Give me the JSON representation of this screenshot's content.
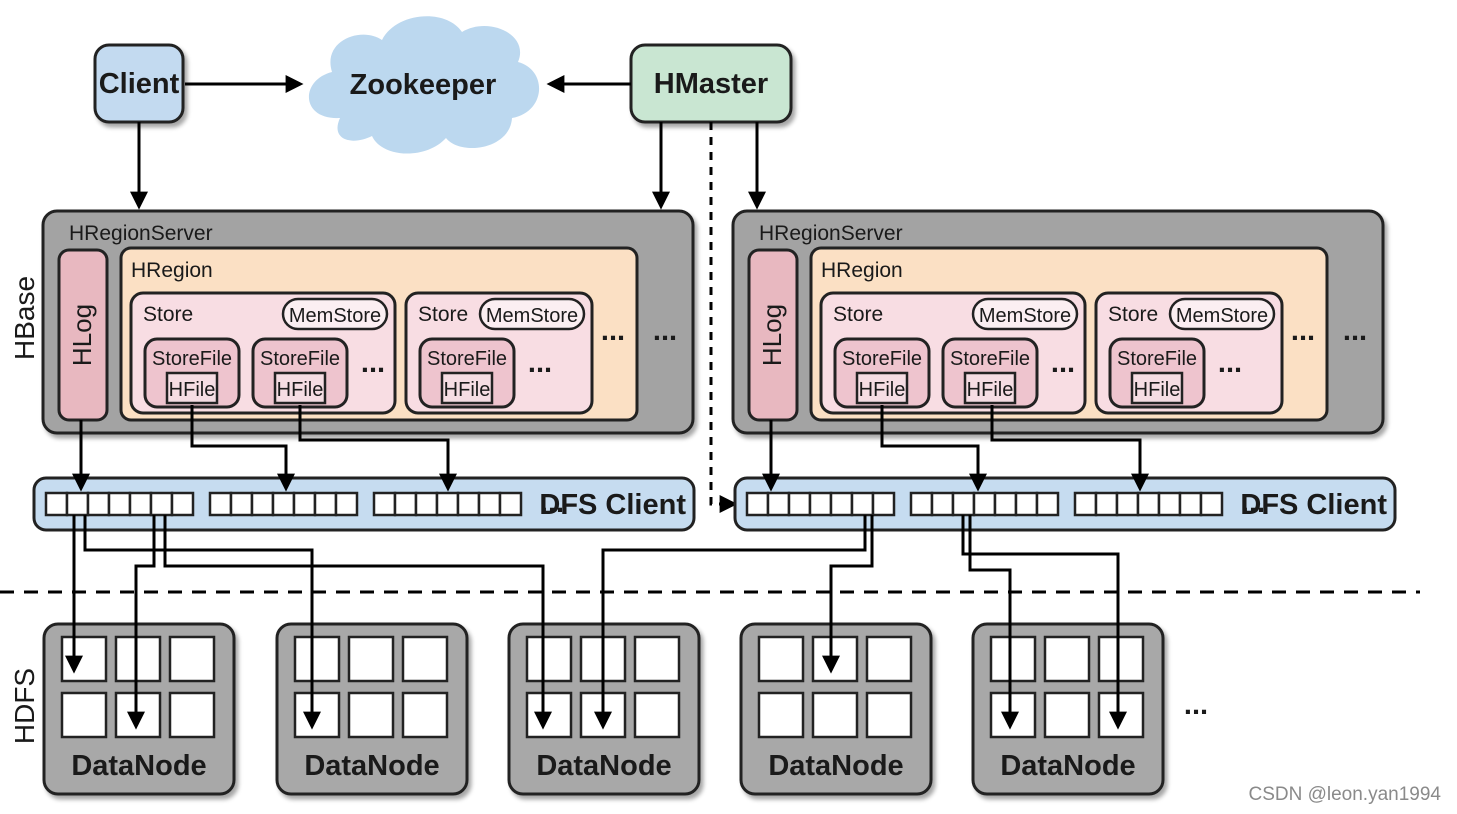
{
  "labels": {
    "client": "Client",
    "zookeeper": "Zookeeper",
    "hmaster": "HMaster",
    "hbase": "HBase",
    "hdfs": "HDFS",
    "hregionserver": "HRegionServer",
    "hlog": "HLog",
    "hregion": "HRegion",
    "store": "Store",
    "memstore": "MemStore",
    "storefile": "StoreFile",
    "hfile": "HFile",
    "dfs_client": "DFS Client",
    "datanode": "DataNode",
    "ellipsis": "..."
  },
  "watermark": "CSDN @leon.yan1994",
  "colors": {
    "client": "#c3daf0",
    "zookeeper": "#bcd8ef",
    "hmaster": "#c9e6d2",
    "server": "#a3a3a3",
    "hregion": "#fbe0c4",
    "store": "#f8dde3",
    "storefile": "#eec4ce",
    "hlog": "#e8b8c0",
    "dfs": "#c6dcf0",
    "datanode": "#a8a8a8"
  }
}
